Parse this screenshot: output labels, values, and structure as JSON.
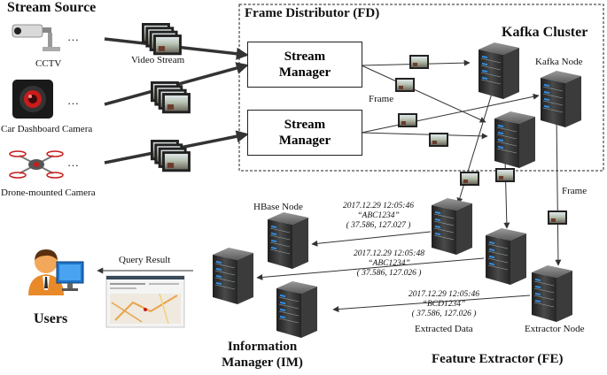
{
  "titles": {
    "stream_source": "Stream Source",
    "frame_distributor": "Frame Distributor (FD)",
    "kafka_cluster": "Kafka Cluster",
    "users": "Users",
    "information_manager_line1": "Information",
    "information_manager_line2": "Manager (IM)",
    "feature_extractor": "Feature Extractor (FE)"
  },
  "sources": {
    "cctv": "CCTV",
    "car_dashboard": "Car Dashboard Camera",
    "drone": "Drone-mounted Camera",
    "ellipsis": "…"
  },
  "stream_manager": {
    "line1": "Stream",
    "line2": "Manager"
  },
  "labels": {
    "video_stream": "Video Stream",
    "frame_fd": "Frame",
    "kafka_node": "Kafka Node",
    "frame_kafka": "Frame",
    "hbase_node": "HBase Node",
    "query_result": "Query Result",
    "extracted_data": "Extracted Data",
    "extractor_node": "Extractor Node"
  },
  "records": [
    {
      "time": "2017.12.29 12:05:46",
      "plate": "“ABC1234”",
      "coords": "( 37.586, 127.027 )"
    },
    {
      "time": "2017.12.29 12:05:48",
      "plate": "“ABC1234”",
      "coords": "( 37.586, 127.026 )"
    },
    {
      "time": "2017.12.29 12:05:46",
      "plate": "“BCD1234”",
      "coords": "( 37.586, 127.026 )"
    }
  ],
  "colors": {
    "server_dark": "#2b2b2b",
    "server_light": "#5a5a5a",
    "led_blue": "#2f8fe8",
    "arrow": "#333333",
    "user_skin": "#f2a85a",
    "user_shirt": "#e88a2a",
    "monitor": "#1e74c9",
    "map_road": "#e8a44a"
  },
  "icons": [
    "cctv-camera-icon",
    "dashcam-icon",
    "drone-icon",
    "server-icon",
    "video-frame-icon",
    "user-icon",
    "computer-icon",
    "map-screenshot-icon"
  ]
}
